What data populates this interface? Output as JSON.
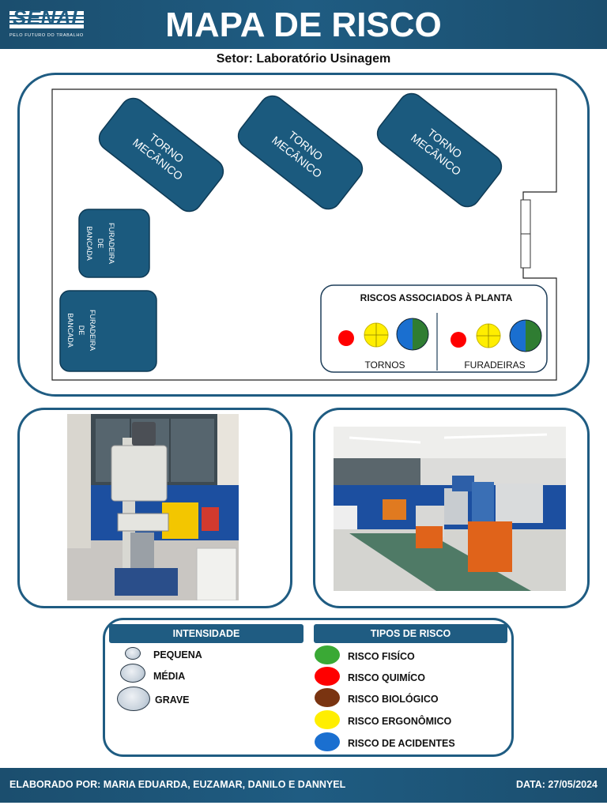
{
  "header": {
    "logo_text": "SENAI",
    "logo_tagline": "PELO FUTURO DO TRABALHO",
    "title": "MAPA DE RISCO"
  },
  "subtitle": "Setor: Laboratório Usinagem",
  "floor_plan": {
    "machines": [
      {
        "line1": "TORNO",
        "line2": "MECÂNICO"
      },
      {
        "line1": "TORNO",
        "line2": "MECÂNICO"
      },
      {
        "line1": "TORNO",
        "line2": "MECÂNICO"
      },
      {
        "line1": "FURADEIRA",
        "line2": "DE",
        "line3": "BANCADA"
      },
      {
        "line1": "FURADEIRA",
        "line2": "DE",
        "line3": "BANCADA"
      }
    ],
    "risk_box": {
      "title": "RISCOS ASSOCIADOS À PLANTA",
      "groups": [
        {
          "label": "TORNOS",
          "risks": [
            "químico - pequena",
            "ergonômico - média",
            "físico/acidentes - grave"
          ]
        },
        {
          "label": "FURADEIRAS",
          "risks": [
            "químico - pequena",
            "ergonômico - média",
            "físico/acidentes - grave"
          ]
        }
      ]
    }
  },
  "photos": [
    {
      "alt": "Furadeira de bancada no laboratório"
    },
    {
      "alt": "Tornos mecânicos no laboratório de usinagem"
    }
  ],
  "legend": {
    "intensity_title": "INTENSIDADE",
    "intensity": [
      {
        "label": "PEQUENA"
      },
      {
        "label": "MÉDIA"
      },
      {
        "label": "GRAVE"
      }
    ],
    "types_title": "TIPOS DE RISCO",
    "types": [
      {
        "label": "RISCO FISÍCO",
        "color": "#3aa935"
      },
      {
        "label": "RISCO QUIMÍCO",
        "color": "#ff0000"
      },
      {
        "label": "RISCO BIOLÓGICO",
        "color": "#7a3411"
      },
      {
        "label": "RISCO ERGONÔMICO",
        "color": "#ffee00"
      },
      {
        "label": "RISCO DE ACIDENTES",
        "color": "#1a6fd0"
      }
    ]
  },
  "colors": {
    "brand": "#1f5c82",
    "machine_fill": "#1b5a7e",
    "chemical": "#ff0000",
    "ergonomic": "#ffee00",
    "physical": "#2f7d32",
    "accident": "#1a6fd0"
  },
  "footer": {
    "authors": "ELABORADO POR: MARIA EDUARDA, EUZAMAR, DANILO E DANNYEL",
    "date": "DATA: 27/05/2024"
  }
}
